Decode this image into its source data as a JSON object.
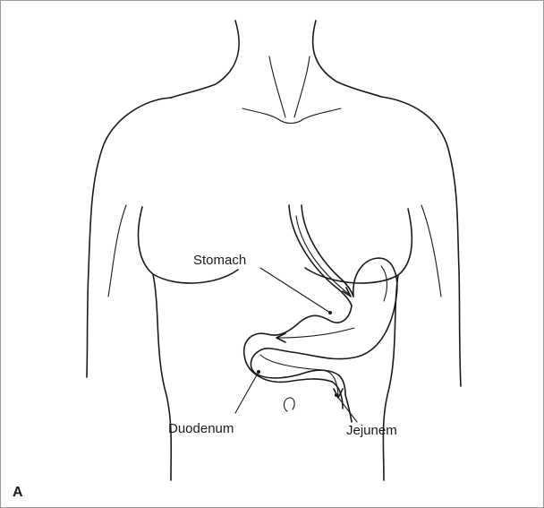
{
  "labels": {
    "stomach": "Stomach",
    "duodenum": "Duodenum",
    "jejunum": "Jejunem"
  },
  "panel_letter": "A"
}
